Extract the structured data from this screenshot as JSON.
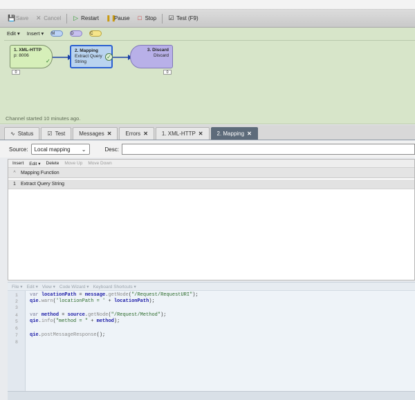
{
  "toolbar": {
    "save": "Save",
    "cancel": "Cancel",
    "restart": "Restart",
    "pause": "Pause",
    "stop": "Stop",
    "test": "Test (F9)"
  },
  "flow": {
    "menu": {
      "edit": "Edit",
      "insert": "Insert",
      "chip_m": "M",
      "chip_d": "D",
      "chip_c": "C"
    },
    "nodes": [
      {
        "title": "1. XML-HTTP",
        "sub": "p: 8006",
        "count": "0"
      },
      {
        "title": "2. Mapping",
        "sub": "Extract Query String",
        "count": ""
      },
      {
        "title": "3. Discard",
        "sub": "Discard",
        "count": "0"
      }
    ],
    "status": "Channel started 10 minutes ago."
  },
  "tabs": [
    {
      "label": "Status",
      "closable": false
    },
    {
      "label": "Test",
      "closable": false
    },
    {
      "label": "Messages",
      "closable": true
    },
    {
      "label": "Errors",
      "closable": true
    },
    {
      "label": "1. XML-HTTP",
      "closable": true
    },
    {
      "label": "2. Mapping",
      "closable": true,
      "active": true
    }
  ],
  "source": {
    "label": "Source:",
    "selected": "Local mapping",
    "desc_label": "Desc:",
    "desc_value": ""
  },
  "mapping": {
    "toolbar": {
      "insert": "Insert",
      "edit": "Edit",
      "delete": "Delete",
      "move_up": "Move Up",
      "move_down": "Move Down"
    },
    "header": {
      "num": "^",
      "col": "Mapping Function"
    },
    "rows": [
      {
        "num": "1",
        "label": "Extract Query String"
      }
    ]
  },
  "code_menu": {
    "file": "File",
    "edit": "Edit",
    "view": "View",
    "wizard": "Code Wizard",
    "shortcuts": "Keyboard Shortcuts"
  },
  "code": {
    "line_numbers": [
      "1",
      "2",
      "3",
      "4",
      "5",
      "6",
      "7",
      "8"
    ]
  },
  "colors": {
    "flow_bg": "#d7e5c9",
    "active_tab": "#5d6b7a",
    "node_mapping_border": "#2a5fd0",
    "node_discard": "#b8b0e8"
  }
}
